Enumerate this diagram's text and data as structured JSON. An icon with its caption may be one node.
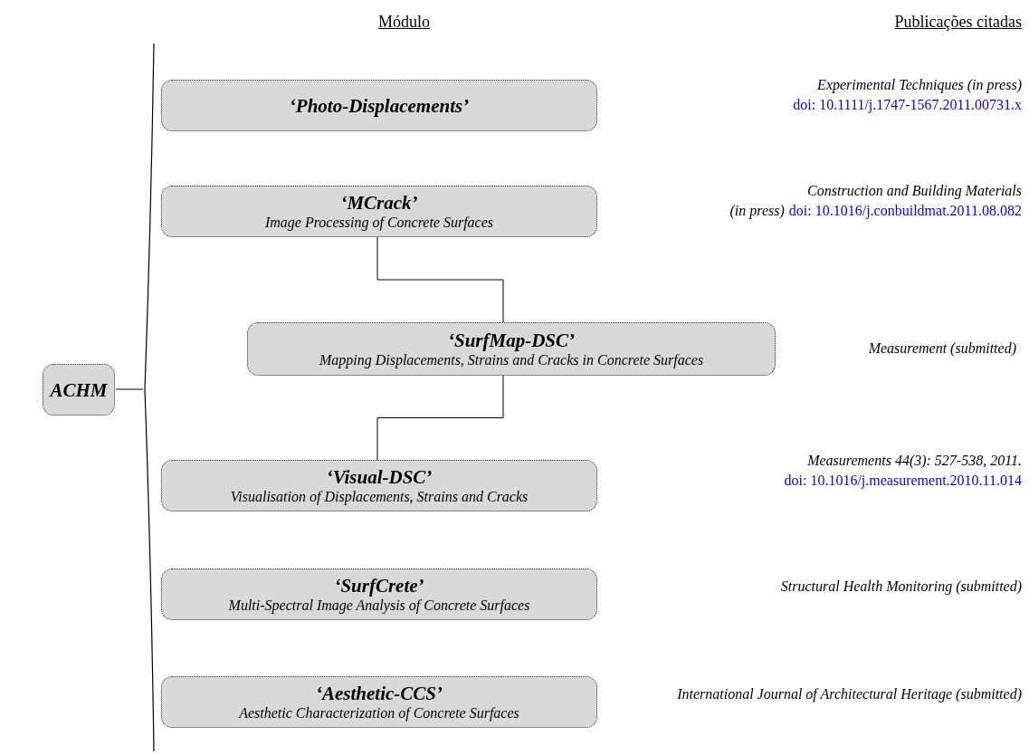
{
  "diagram": {
    "nodes": [
      {
        "text": [
          "ACHM"
        ]
      },
      {
        "text": [
          "‘Photo-Displacements’"
        ]
      },
      {
        "text": [
          "‘MCrack’",
          "Image Processing of Concrete Surfaces"
        ]
      },
      {
        "text": [
          "‘SurfMap-DSC’",
          "Mapping Displacements, Strains and Cracks in Concrete Surfaces"
        ]
      },
      {
        "text": [
          "‘Visual-DSC’",
          "Visualisation of Displacements, Strains and Cracks"
        ]
      },
      {
        "text": [
          "‘SurfCrete’",
          "Multi-Spectral Image Analysis of Concrete Surfaces"
        ]
      },
      {
        "text": [
          "‘Aesthetic-CCS’",
          "Aesthetic Characterization of Concrete Surfaces"
        ]
      }
    ],
    "edges": [
      {
        "from": 2,
        "to": 3,
        "arrow": "none"
      },
      {
        "from": 3,
        "to": 4,
        "arrow": "none"
      }
    ],
    "labels": [
      "Módulo",
      "Publicações citadas",
      "Experimental Techniques (in press)",
      "doi: 10.1111/j.1747-1567.2011.00731.x",
      "Construction and Building Materials",
      "(in press)",
      "doi: 10.1016/j.conbuildmat.2011.08.082",
      "Measurement (submitted)",
      "Measurements 44(3): 527-538, 2011.",
      "doi: 10.1016/j.measurement.2010.11.014",
      "Structural Health Monitoring (submitted)",
      "International Journal of Architectural Heritage (submitted)"
    ]
  }
}
